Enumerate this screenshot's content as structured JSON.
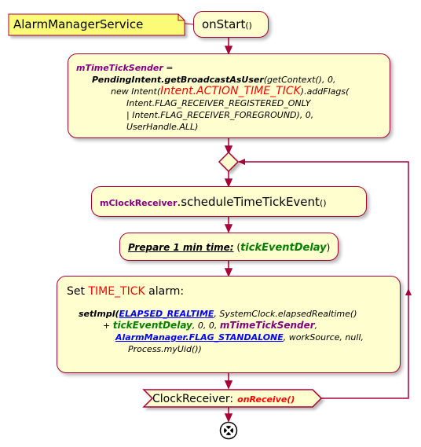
{
  "note": {
    "text": "AlarmManagerService"
  },
  "start": {
    "method": "onStart",
    "parens": "()"
  },
  "box1": {
    "var": "mTimeTickSender",
    "eq": " =",
    "call": "PendingIntent.getBroadcastAsUser",
    "args1": "(getContext(), 0,",
    "new_intent": "new Intent(",
    "action": "Intent.ACTION_TIME_TICK",
    "add_flags": ").addFlags(",
    "flag1": "Intent.FLAG_RECEIVER_REGISTERED_ONLY",
    "flag2": "| Intent.FLAG_RECEIVER_FOREGROUND), 0,",
    "user": "UserHandle.ALL)"
  },
  "box2": {
    "receiver": "mClockReceiver",
    "dot": ".",
    "method": "scheduleTimeTickEvent",
    "parens": "()"
  },
  "box3": {
    "label": "Prepare 1 min time:",
    "open": " (",
    "var": "tickEventDelay",
    "close": ")"
  },
  "box4": {
    "title_prefix": "Set ",
    "title_key": "TIME_TICK",
    "title_suffix": " alarm:",
    "fn": "setImpl(",
    "elapsed": "ELAPSED_REALTIME",
    "rest1": ", SystemClock.elapsedRealtime()",
    "plus": "+ ",
    "delay": "tickEventDelay",
    "rest2": ", 0, 0, ",
    "sender": "mTimeTickSender",
    "comma": ",",
    "standalone": "AlarmManager.FLAG_STANDALONE",
    "rest3": ", workSource, null,",
    "uid": "Process.myUid())"
  },
  "hexagon": {
    "label": "ClockReceiver:",
    "sub": "onReceive()"
  },
  "colors": {
    "border": "#a80036",
    "fill": "#fefece",
    "note_fill": "#fbfb77",
    "arrow": "#a80036"
  }
}
